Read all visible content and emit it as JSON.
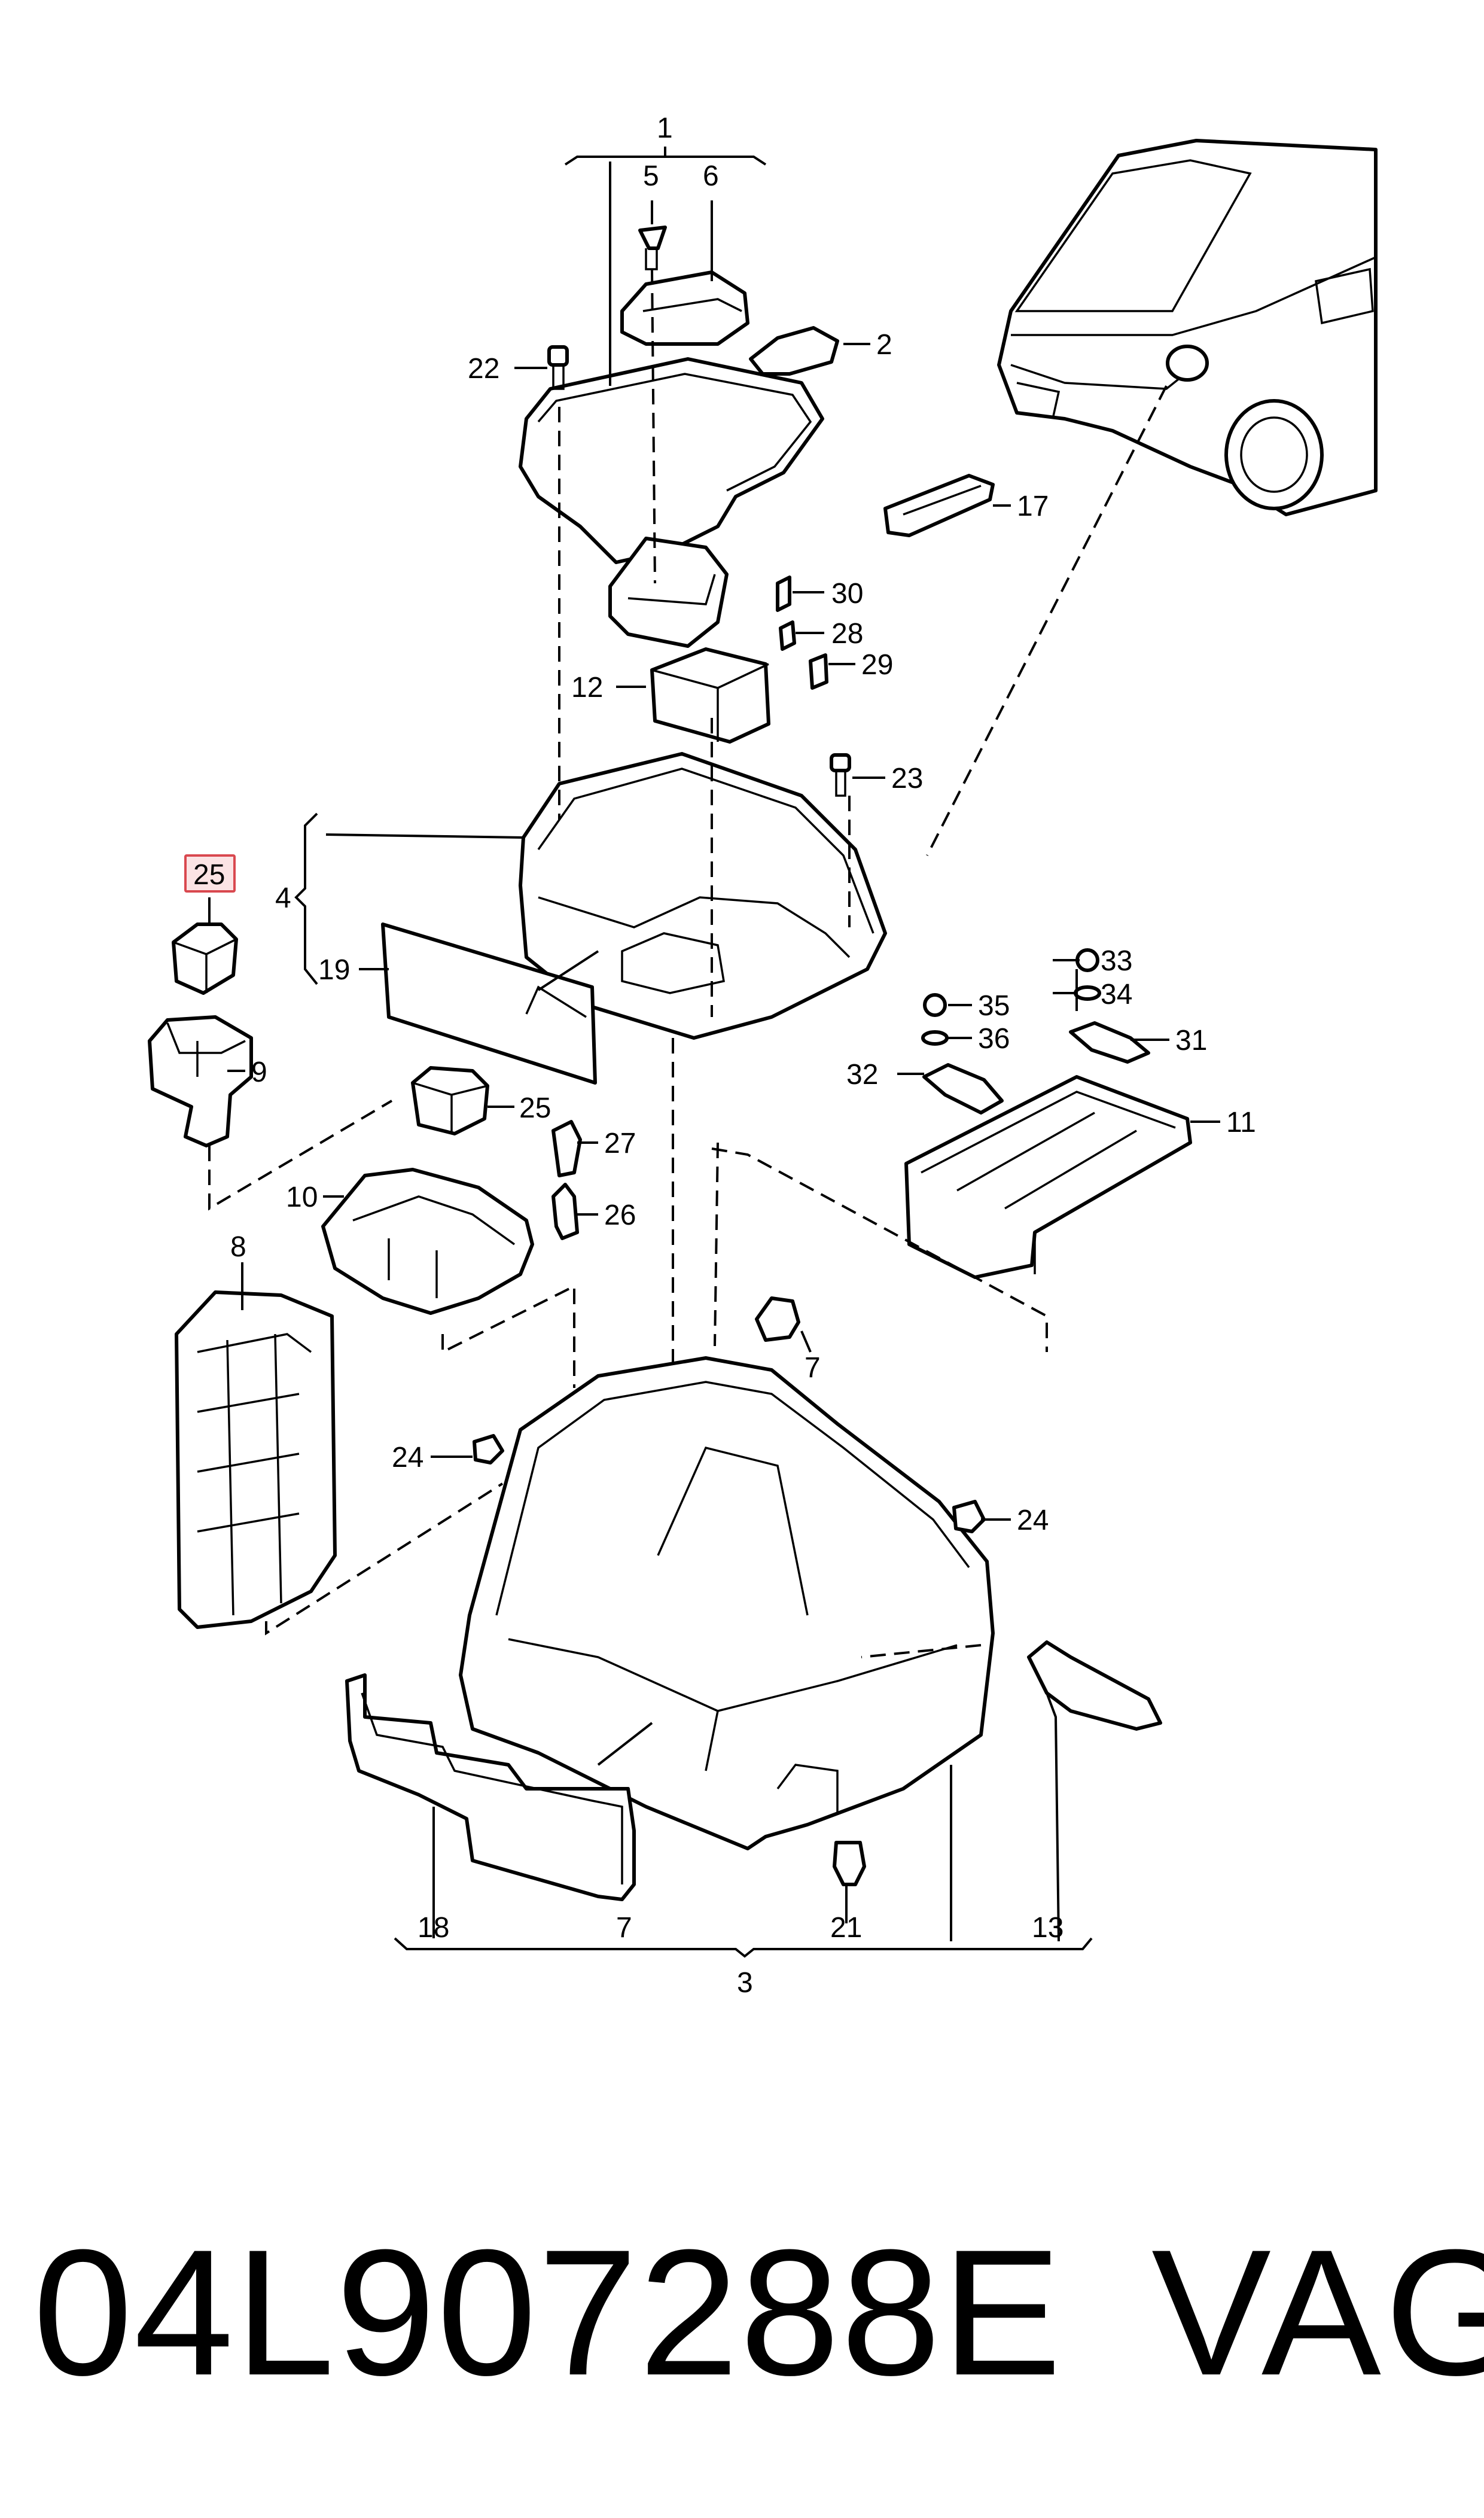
{
  "diagram": {
    "callouts": [
      {
        "id": "c1",
        "text": "1",
        "highlight": false
      },
      {
        "id": "c5",
        "text": "5",
        "highlight": false
      },
      {
        "id": "c6",
        "text": "6",
        "highlight": false
      },
      {
        "id": "c2",
        "text": "2",
        "highlight": false
      },
      {
        "id": "c22",
        "text": "22",
        "highlight": false
      },
      {
        "id": "c17",
        "text": "17",
        "highlight": false
      },
      {
        "id": "c30",
        "text": "30",
        "highlight": false
      },
      {
        "id": "c28",
        "text": "28",
        "highlight": false
      },
      {
        "id": "c29",
        "text": "29",
        "highlight": false
      },
      {
        "id": "c12",
        "text": "12",
        "highlight": false
      },
      {
        "id": "c23",
        "text": "23",
        "highlight": false
      },
      {
        "id": "c25a",
        "text": "25",
        "highlight": true
      },
      {
        "id": "c4",
        "text": "4",
        "highlight": false
      },
      {
        "id": "c19",
        "text": "19",
        "highlight": false
      },
      {
        "id": "c9",
        "text": "9",
        "highlight": false
      },
      {
        "id": "c25b",
        "text": "25",
        "highlight": false
      },
      {
        "id": "c33",
        "text": "33",
        "highlight": false
      },
      {
        "id": "c34",
        "text": "34",
        "highlight": false
      },
      {
        "id": "c35",
        "text": "35",
        "highlight": false
      },
      {
        "id": "c36",
        "text": "36",
        "highlight": false
      },
      {
        "id": "c31",
        "text": "31",
        "highlight": false
      },
      {
        "id": "c32",
        "text": "32",
        "highlight": false
      },
      {
        "id": "c11",
        "text": "11",
        "highlight": false
      },
      {
        "id": "c27",
        "text": "27",
        "highlight": false
      },
      {
        "id": "c10",
        "text": "10",
        "highlight": false
      },
      {
        "id": "c26",
        "text": "26",
        "highlight": false
      },
      {
        "id": "c8",
        "text": "8",
        "highlight": false
      },
      {
        "id": "c7a",
        "text": "7",
        "highlight": false
      },
      {
        "id": "c24a",
        "text": "24",
        "highlight": false
      },
      {
        "id": "c24b",
        "text": "24",
        "highlight": false
      },
      {
        "id": "c18",
        "text": "18",
        "highlight": false
      },
      {
        "id": "c7b",
        "text": "7",
        "highlight": false
      },
      {
        "id": "c21",
        "text": "21",
        "highlight": false
      },
      {
        "id": "c13",
        "text": "13",
        "highlight": false
      },
      {
        "id": "c3",
        "text": "3",
        "highlight": false
      }
    ],
    "colors": {
      "line": "#000000",
      "highlight_border": "#d9484f",
      "highlight_fill": "#fbe3e4",
      "background": "#ffffff"
    }
  },
  "footer": {
    "part_number": "04L907288E",
    "brand": "VAG"
  }
}
